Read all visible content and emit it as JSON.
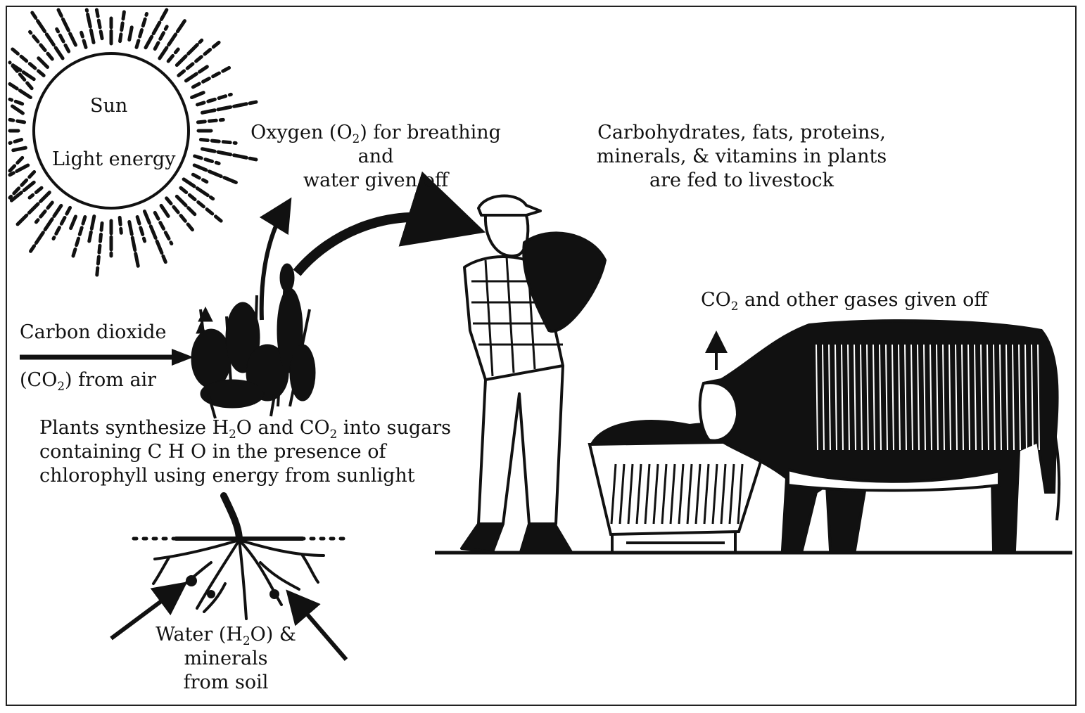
{
  "labels": {
    "sun": "Sun",
    "light_energy": "Light energy",
    "oxygen": {
      "pre": "Oxygen (O",
      "sub": "2",
      "post": ") for breathing",
      "line2": "and",
      "line3": "water given off"
    },
    "nutrients": {
      "line1": "Carbohydrates, fats, proteins,",
      "line2": "minerals, & vitamins in plants",
      "line3": "are fed to livestock"
    },
    "co2_gases": {
      "pre": "CO",
      "sub": "2",
      "post": " and other gases given off"
    },
    "carbon_dioxide": {
      "line1": "Carbon dioxide",
      "pre": "(CO",
      "sub": "2",
      "post": ") from air"
    },
    "synthesis": {
      "l1_a": "Plants synthesize H",
      "l1_sub1": "2",
      "l1_b": "O and CO",
      "l1_sub2": "2",
      "l1_c": " into sugars",
      "line2": "containing C H O in the presence of",
      "line3": "chlorophyll using energy from sunlight"
    },
    "water": {
      "pre": "Water (H",
      "sub": "2",
      "post": "O) &",
      "line2": "minerals",
      "line3": "from soil"
    }
  },
  "icons": [
    "sun-icon",
    "plant-icon",
    "roots-icon",
    "farmer-icon",
    "cow-icon",
    "feed-trough-icon"
  ],
  "colors": {
    "ink": "#111111",
    "paper": "#ffffff"
  }
}
